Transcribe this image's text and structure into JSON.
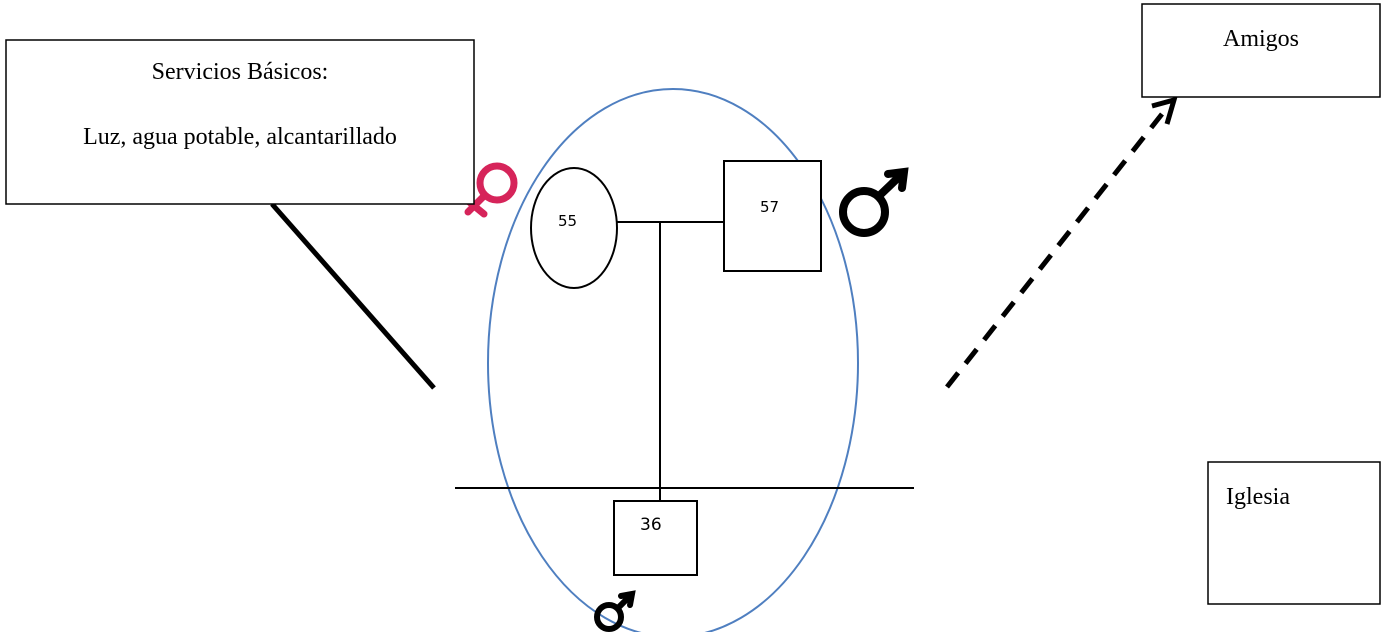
{
  "services_box": {
    "title": "Servicios Básicos:",
    "detail": "Luz, agua potable, alcantarillado"
  },
  "friends_box": {
    "label": "Amigos"
  },
  "church_box": {
    "label": "Iglesia"
  },
  "family": {
    "mother_age": "55",
    "father_age": "57",
    "son_age": "36"
  },
  "colors": {
    "household_ellipse": "#4f7fc0",
    "female_symbol": "#d6245a",
    "line": "#000000"
  },
  "icons": {
    "female": "female-symbol-icon",
    "male": "male-symbol-icon"
  }
}
